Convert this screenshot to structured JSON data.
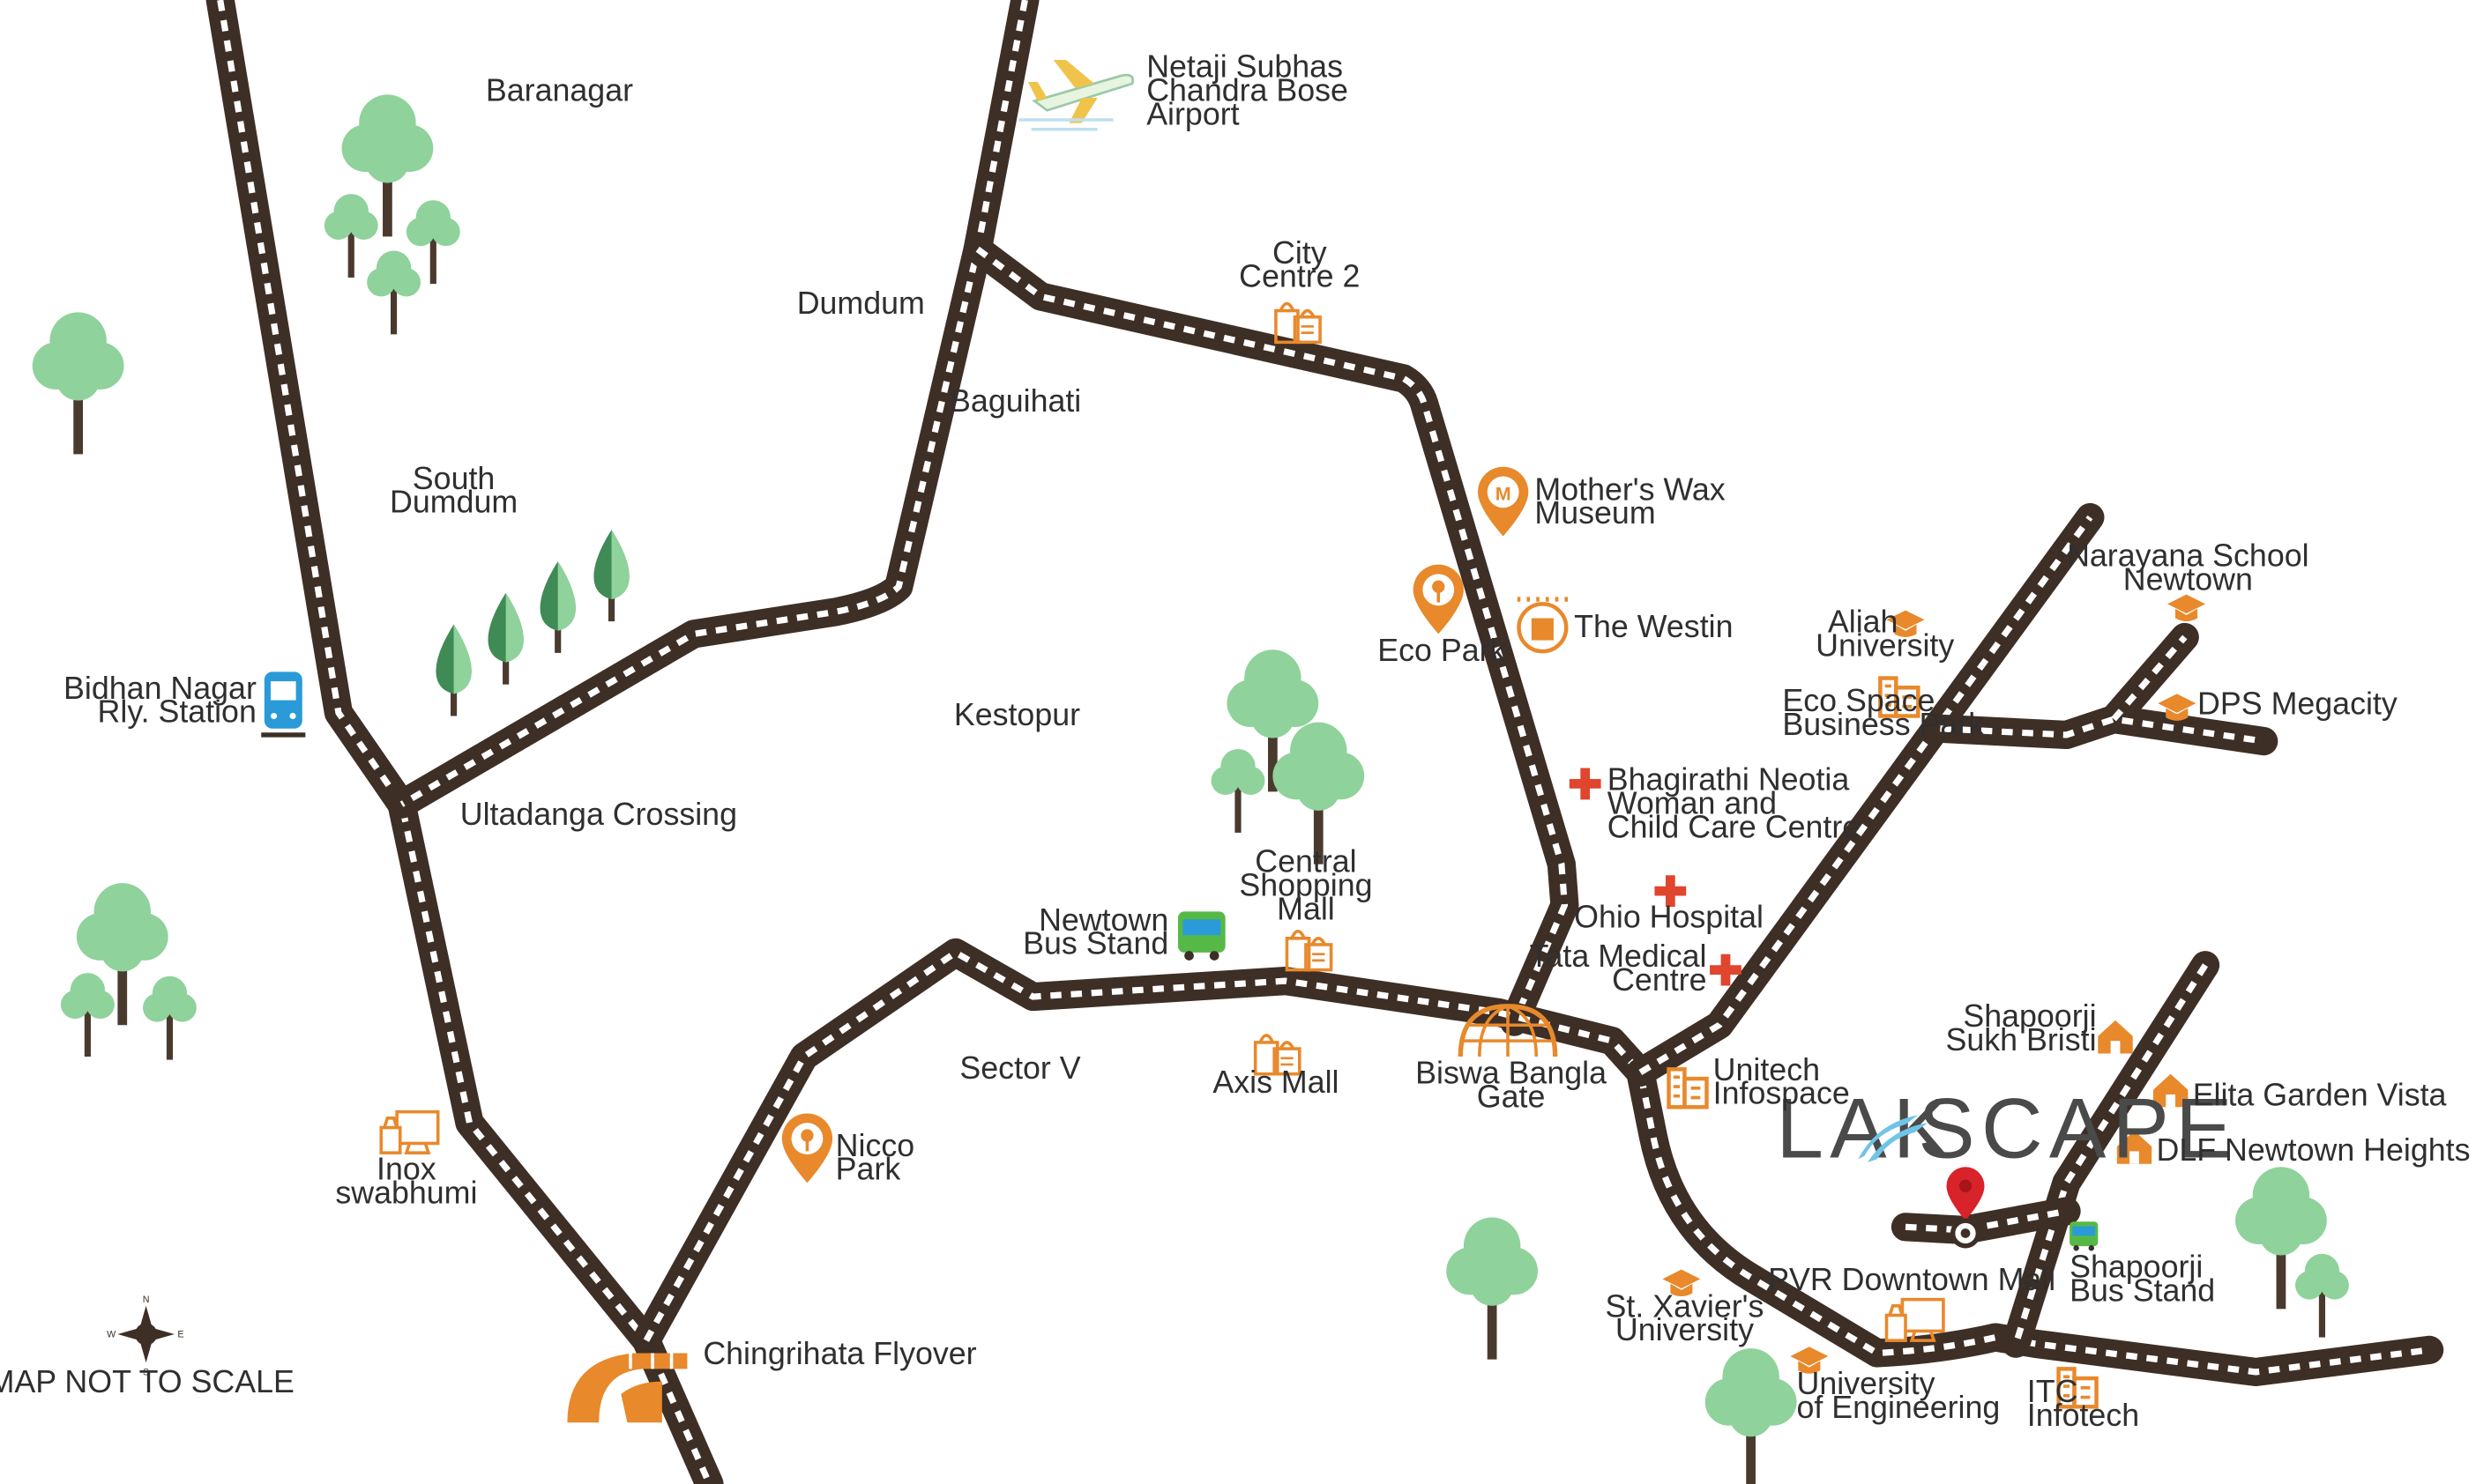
{
  "colors": {
    "road": "#3e2f26",
    "road_dash": "#ffffff",
    "icon_orange": "#e8892c",
    "hospital_red": "#e0452e",
    "tree_light": "#8fd29b",
    "tree_dark": "#3f8a55",
    "trunk": "#4a3a2e",
    "pin_red": "#d8232a",
    "bus_green": "#56b947",
    "train_blue": "#2a9ad8",
    "logo_wave": "#6fc4e8"
  },
  "areas": {
    "baranagar": "Baranagar",
    "dumdum": "Dumdum",
    "south_dumdum": [
      "South",
      "Dumdum"
    ],
    "baguihati": "Baguihati",
    "kestopur": "Kestopur",
    "sector_v": "Sector V"
  },
  "places": {
    "airport": [
      "Netaji Subhas",
      "Chandra Bose",
      "Airport"
    ],
    "city_centre_2": [
      "City",
      "Centre 2"
    ],
    "mothers_wax": [
      "Mother's Wax",
      "Museum"
    ],
    "eco_park": "Eco Park",
    "westin": "The Westin",
    "aliah": [
      "Aliah",
      "University"
    ],
    "eco_space": [
      "Eco Space",
      "Business Park"
    ],
    "narayana": [
      "Narayana School",
      "Newtown"
    ],
    "dps": "DPS Megacity",
    "bhagirathi": [
      "Bhagirathi Neotia",
      "Woman and",
      "Child Care Centre"
    ],
    "ohio": "Ohio Hospital",
    "tata": [
      "Tata Medical",
      "Centre"
    ],
    "bidhan_nagar": [
      "Bidhan Nagar",
      "Rly. Station"
    ],
    "ultadanga": "Ultadanga Crossing",
    "central_mall": [
      "Central",
      "Shopping",
      "Mall"
    ],
    "newtown_bus": [
      "Newtown",
      "Bus Stand"
    ],
    "axis_mall": "Axis Mall",
    "biswa_bangla": [
      "Biswa Bangla",
      "Gate"
    ],
    "unitech": [
      "Unitech",
      "Infospace"
    ],
    "shapoorji_sukh": [
      "Shapoorji",
      "Sukh Bristi"
    ],
    "elita": "Elita Garden Vista",
    "dlf": "DLF Newtown Heights",
    "inox": [
      "Inox",
      "swabhumi"
    ],
    "nicco": [
      "Nicco",
      "Park"
    ],
    "st_xaviers": [
      "St. Xavier's",
      "University"
    ],
    "pvr": "PVR Downtown Mall",
    "shapoorji_bus": [
      "Shapoorji",
      "Bus Stand"
    ],
    "uni_eng": [
      "University",
      "of Engineering"
    ],
    "itc": [
      "ITC",
      "Infotech"
    ],
    "chingrihata": "Chingrihata Flyover"
  },
  "logo": {
    "left": "LAK",
    "right": "SCAPE"
  },
  "compass": {
    "n": "N",
    "s": "S",
    "e": "E",
    "w": "W"
  },
  "scale_note": "MAP NOT TO SCALE",
  "icons": [
    "airplane-icon",
    "shopping-bag-icon",
    "museum-pin-icon",
    "park-pin-icon",
    "hotel-icon",
    "graduation-cap-icon",
    "office-building-icon",
    "hospital-cross-icon",
    "train-icon",
    "bus-icon",
    "gate-dome-icon",
    "house-icon",
    "cinema-icon",
    "flyover-icon",
    "compass-icon",
    "location-pin-icon",
    "tree-icon"
  ]
}
